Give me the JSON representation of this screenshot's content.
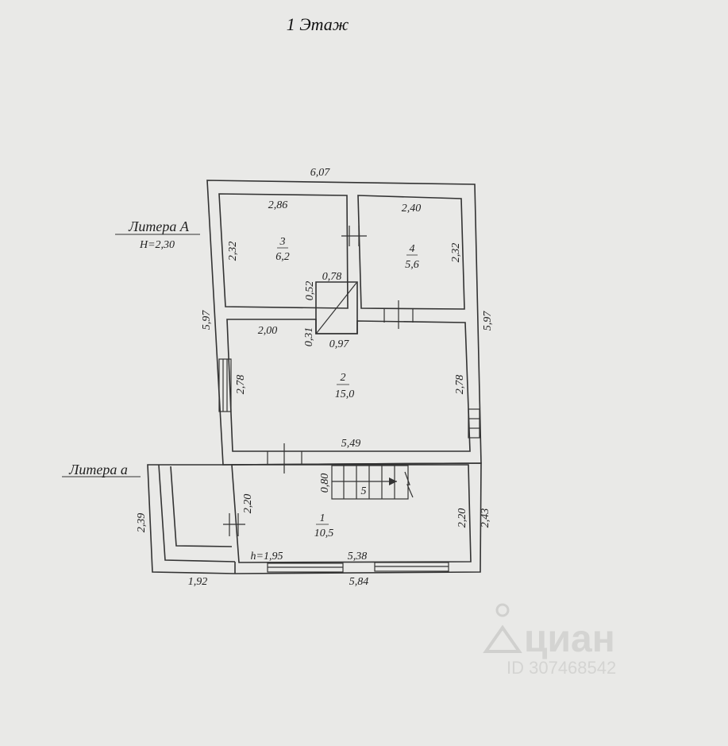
{
  "title": "1 Этаж",
  "litera_a_upper": "Литера А",
  "litera_a_height": "H=2,30",
  "litera_a_lower": "Литера а",
  "rooms": [
    {
      "num": "1",
      "area": "10,5"
    },
    {
      "num": "2",
      "area": "15,0"
    },
    {
      "num": "3",
      "area": "6,2"
    },
    {
      "num": "4",
      "area": "5,6"
    }
  ],
  "stair_label": "5",
  "lower_height": "h=1,95",
  "dims": {
    "top_width": "6,07",
    "left_height": "5,97",
    "right_height": "5,97",
    "room3_width": "2,86",
    "room3_height": "2,32",
    "room4_width": "2,40",
    "room4_height": "2,32",
    "closet_top": "0,78",
    "closet_side": "0,52",
    "closet_bottom": "0,97",
    "closet_side2": "0,31",
    "room2_top": "2,00",
    "room2_left": "2,78",
    "room2_right": "2,78",
    "room2_bottom": "5,49",
    "stair_depth": "0,80",
    "room1_left": "2,20",
    "room1_right": "2,20",
    "room1_width": "5,38",
    "outer_right": "2,43",
    "porch_height": "2,39",
    "porch_width": "1,92",
    "lower_width": "5,84"
  },
  "watermark": {
    "brand": "циан",
    "id": "ID 307468542"
  }
}
